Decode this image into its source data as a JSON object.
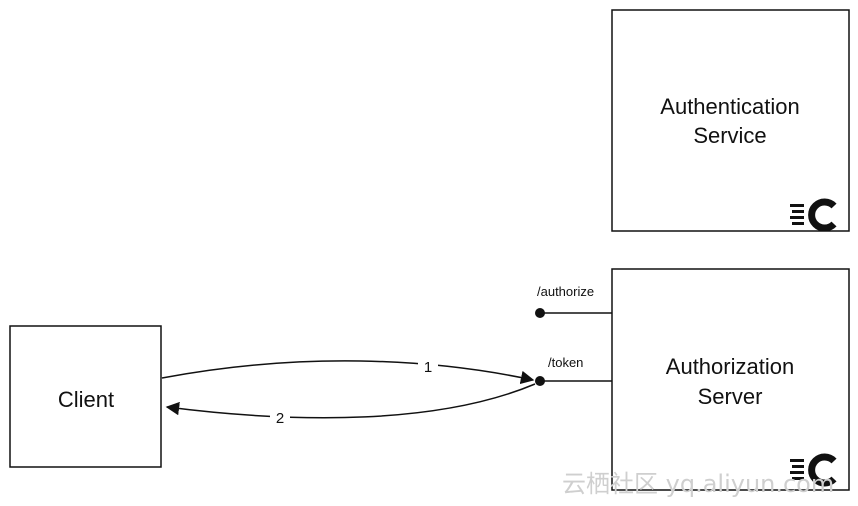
{
  "nodes": {
    "auth_service": {
      "line1": "Authentication",
      "line2": "Service"
    },
    "authz_server": {
      "line1": "Authorization",
      "line2": "Server"
    },
    "client": {
      "label": "Client"
    }
  },
  "endpoints": {
    "authorize": "/authorize",
    "token": "/token"
  },
  "flows": {
    "step1": "1",
    "step2": "2"
  },
  "icons": {
    "service_logo": "cloud-foundry-c-icon"
  },
  "watermark": "云栖社区 yq.aliyun.com"
}
